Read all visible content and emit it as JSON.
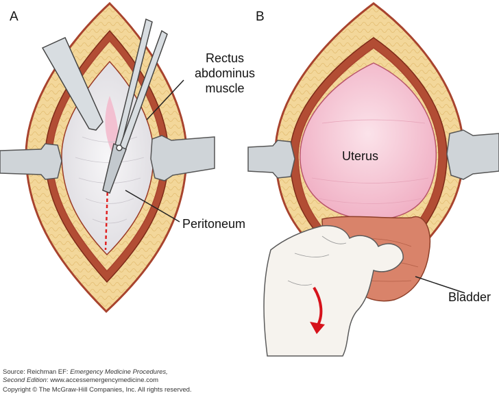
{
  "panels": {
    "a": {
      "letter": "A"
    },
    "b": {
      "letter": "B"
    }
  },
  "labels": {
    "rectus_line1": "Rectus",
    "rectus_line2": "abdominus",
    "rectus_line3": "muscle",
    "peritoneum": "Peritoneum",
    "uterus": "Uterus",
    "bladder": "Bladder"
  },
  "credit": {
    "source_prefix": "Source: Reichman EF: ",
    "source_title": "Emergency Medicine Procedures,",
    "edition": "Second Edition",
    "edition_suffix": ": www.accessemergencymedicine.com",
    "copyright": "Copyright © The McGraw-Hill Companies, Inc. All rights reserved."
  },
  "colors": {
    "fat": "#f3d79a",
    "muscle": "#a8432e",
    "peritoneum": "#ecebee",
    "uterus": "#f4bfd0",
    "bladder": "#d9836a",
    "retractor": "#cfd4d8",
    "incision": "#e02020",
    "arrow": "#d6121b"
  }
}
